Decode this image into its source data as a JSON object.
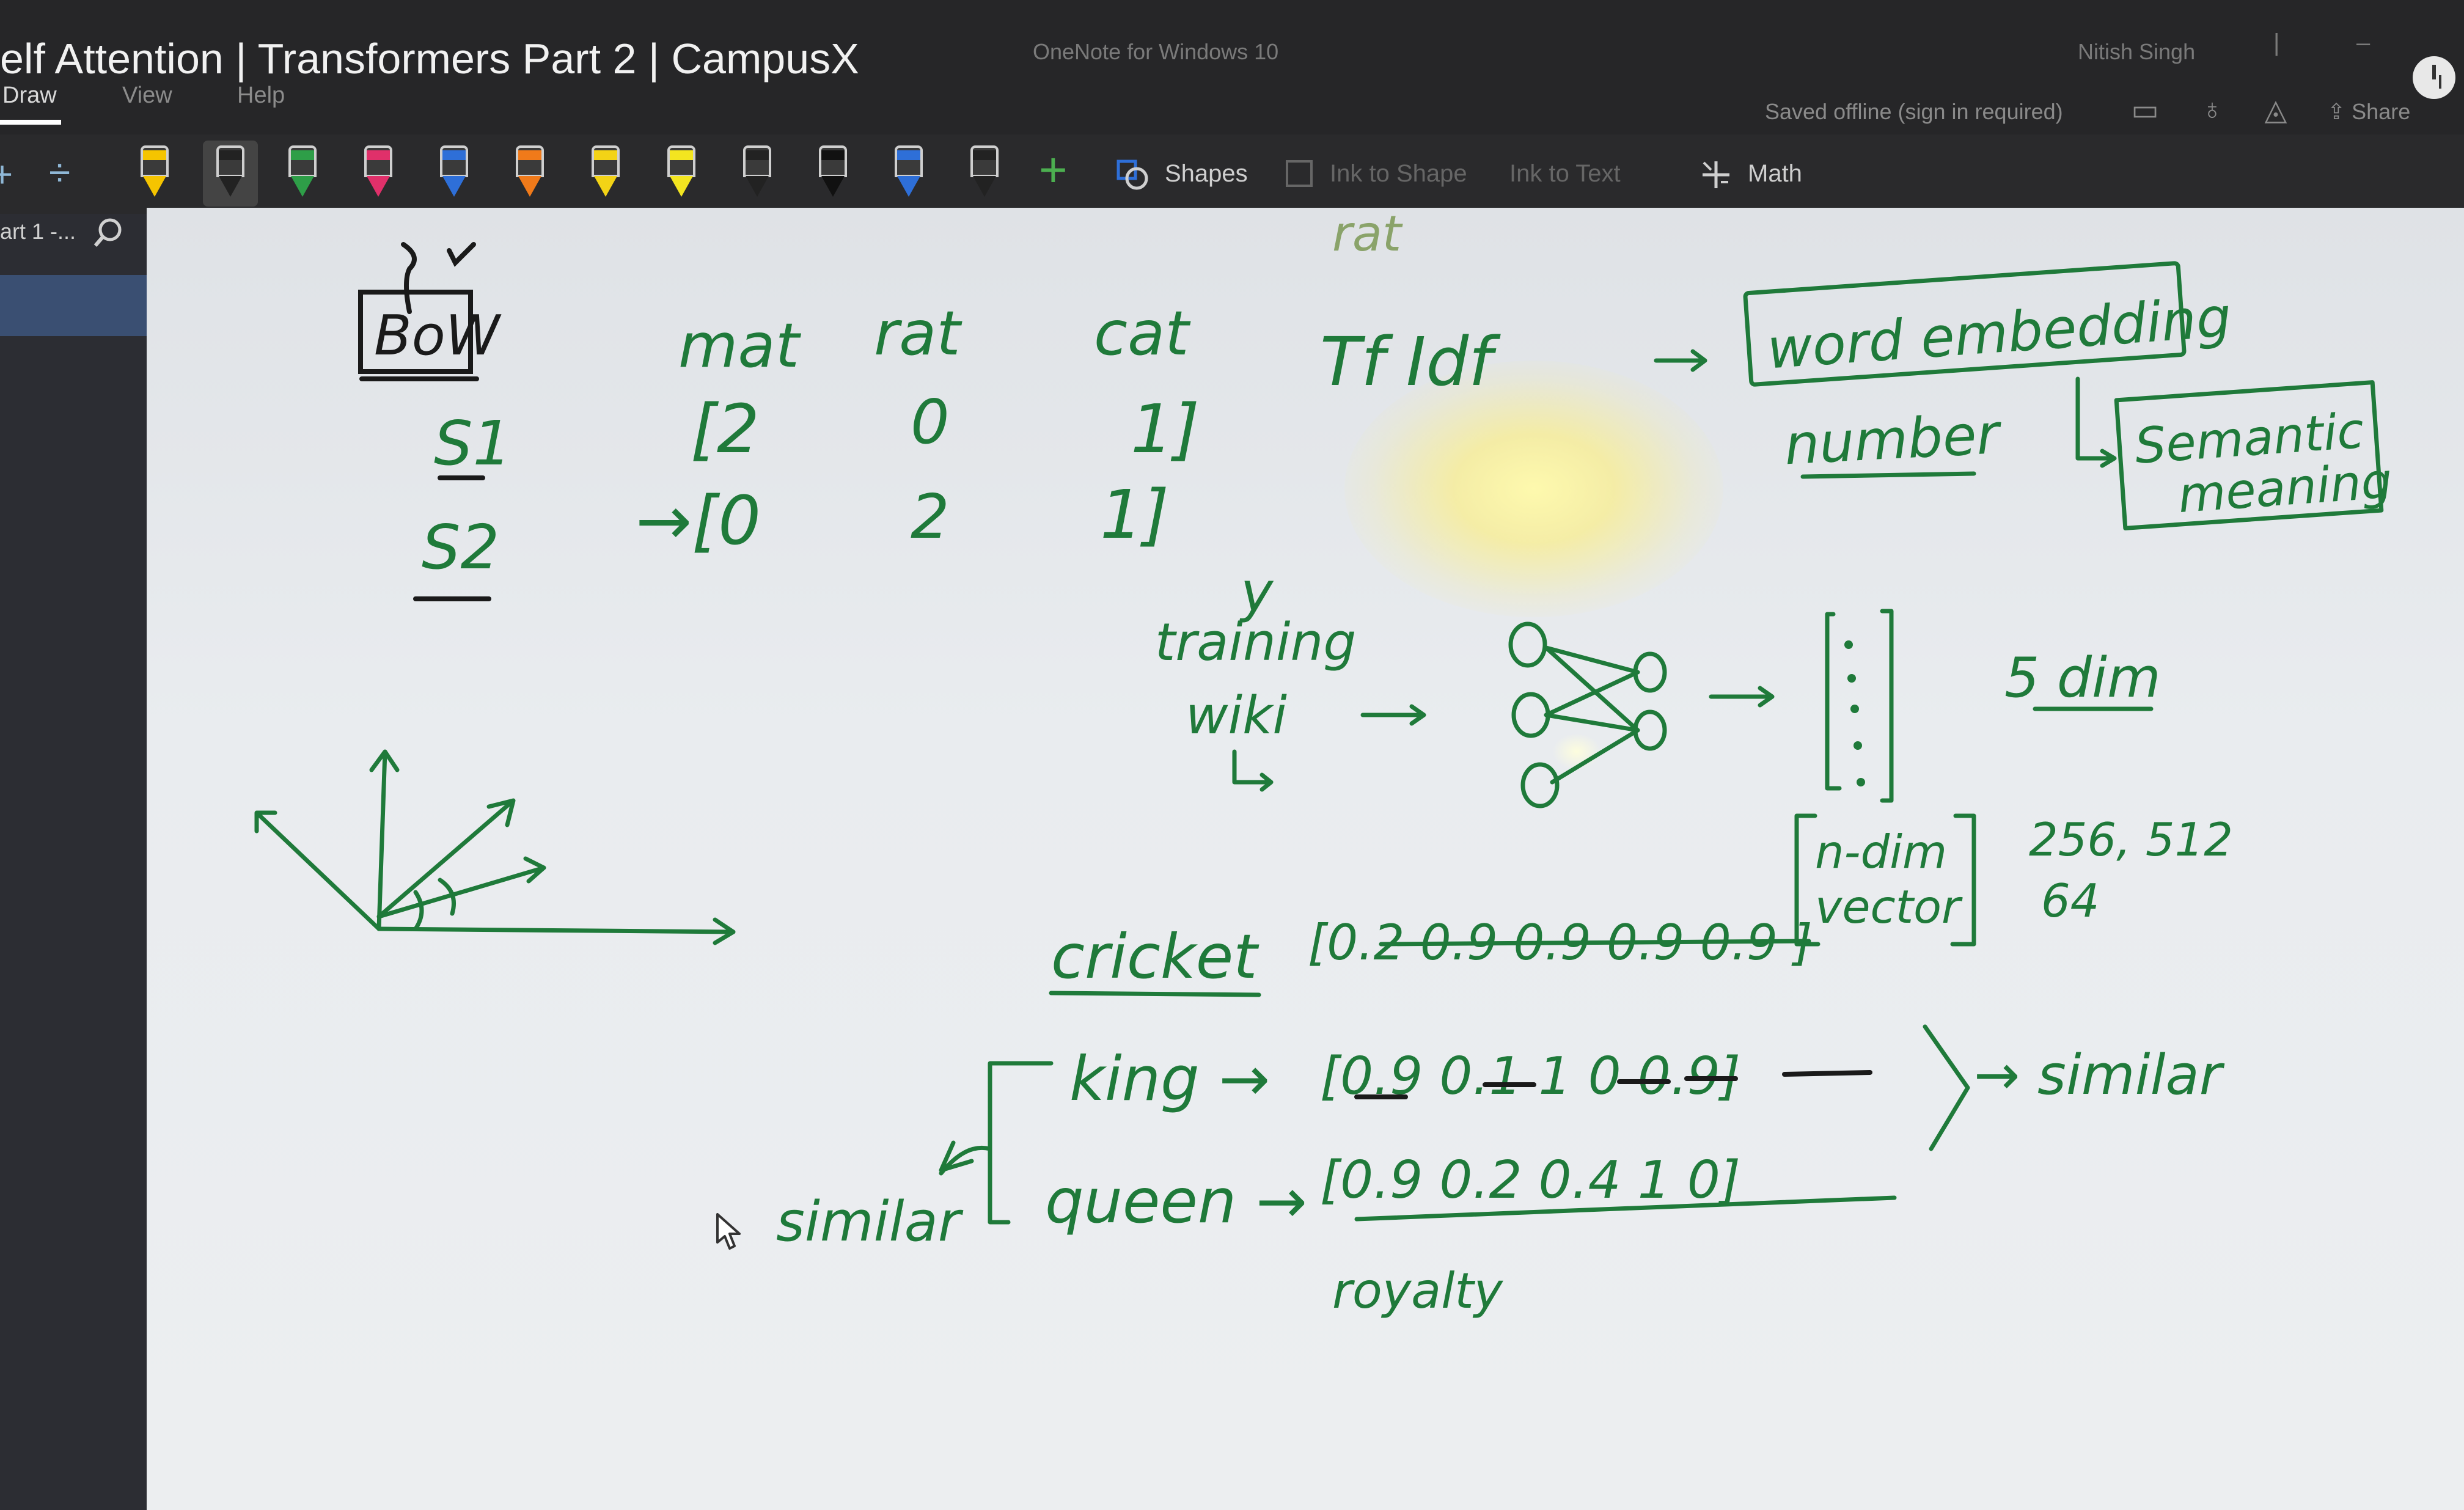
{
  "window": {
    "title": "elf Attention | Transformers Part 2 | CampusX",
    "app_name": "OneNote for Windows 10",
    "user": "Nitish Singh",
    "status": "Saved offline (sign in required)",
    "share_label": "Share"
  },
  "menu": {
    "items": [
      "Draw",
      "View",
      "Help"
    ],
    "active": "Draw"
  },
  "toolbar": {
    "pens": [
      {
        "icon": "highlighter-pen-icon",
        "color": "#f5c400"
      },
      {
        "icon": "pen-icon",
        "color": "#222222"
      },
      {
        "icon": "pen-icon",
        "color": "#2e9e48"
      },
      {
        "icon": "pen-icon",
        "color": "#e0306a"
      },
      {
        "icon": "pen-icon",
        "color": "#2e6fd8"
      },
      {
        "icon": "pen-icon",
        "color": "#f07a1a"
      },
      {
        "icon": "pen-icon",
        "color": "#f3d316"
      },
      {
        "icon": "highlighter-icon",
        "color": "#f3e520"
      },
      {
        "icon": "highlighter-icon",
        "color": "#222222"
      },
      {
        "icon": "pen-icon",
        "color": "#111111"
      },
      {
        "icon": "pen-icon",
        "color": "#2e6fd8"
      },
      {
        "icon": "pen-icon",
        "color": "#222222"
      }
    ],
    "shapes_label": "Shapes",
    "ink_to_shape_label": "Ink to Shape",
    "ink_to_text_label": "Ink to Text",
    "math_label": "Math"
  },
  "left_panel": {
    "page_label": "art 1 -..."
  },
  "notes": {
    "bow": "BoW",
    "s1": "S1",
    "s2": "S2",
    "headers": [
      "mat",
      "rat",
      "cat"
    ],
    "row1": [
      "[2",
      "0",
      "1]"
    ],
    "row2": [
      "→[0",
      "2",
      "1]"
    ],
    "rat_top": "rat",
    "tfidf": "Tf Idf",
    "word_embedding": "word embedding",
    "number": "number",
    "semantic_meaning": "Semantic meaning",
    "training": "training",
    "wiki": "wiki",
    "five_dim": "5 dim",
    "n_dim_vector": "n-dim vector",
    "dims": "256, 512",
    "dims2": "64",
    "cricket": "cricket",
    "cricket_vec": "[0.2  0.9  0.9  0.9  0.9 ]",
    "king": "king →",
    "king_vec": "[0.9  0.1  1  0  0.9]",
    "queen": "queen →",
    "queen_vec": "[0.9  0.2  0.4  1  0]",
    "similar_left": "similar",
    "similar_right": "→ similar",
    "royalty": "royalty"
  }
}
